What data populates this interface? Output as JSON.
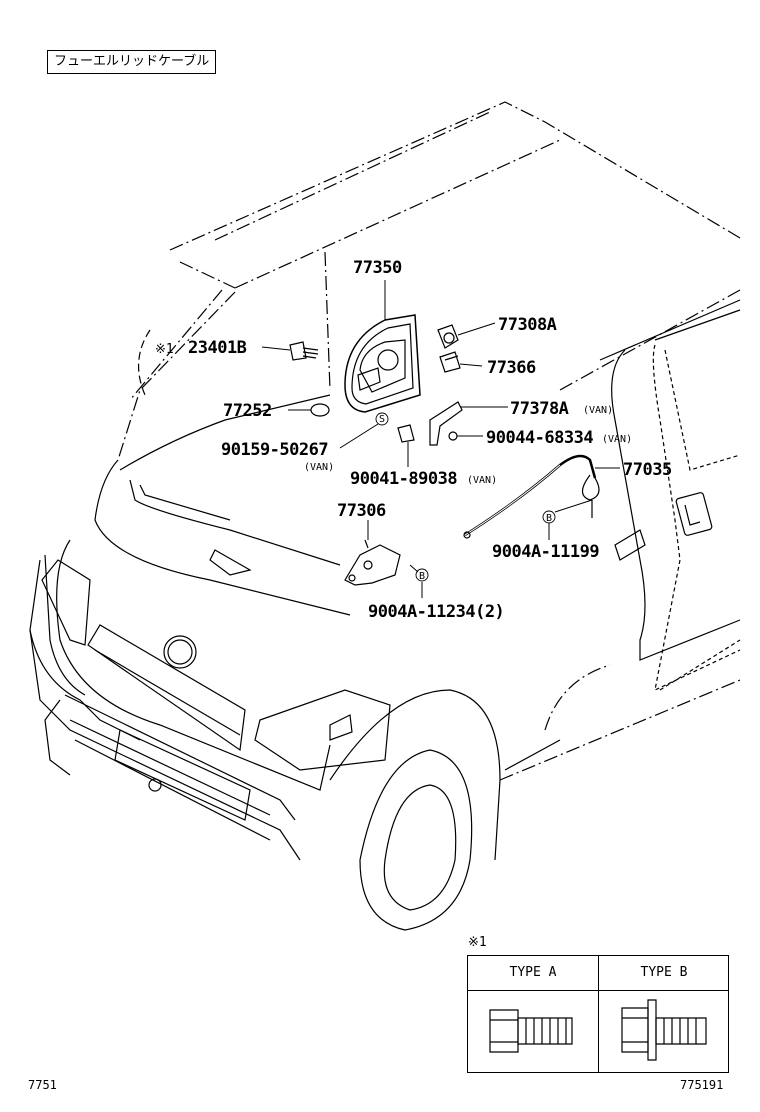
{
  "title": "フューエルリッドケーブル",
  "parts": {
    "p77350": "77350",
    "p77308A": "77308A",
    "p23401B": "23401B",
    "note1_mark": "※1",
    "p77366": "77366",
    "p77252": "77252",
    "p77378A": "77378A",
    "p77378A_note": "(VAN)",
    "p90044": "90044-68334",
    "p90044_note": "(VAN)",
    "p90159": "90159-50267",
    "p90159_note": "(VAN)",
    "p90041": "90041-89038",
    "p90041_note": "(VAN)",
    "p77035": "77035",
    "p77306": "77306",
    "p9004A_11199": "9004A-11199",
    "p9004A_11234": "9004A-11234(2)",
    "s_mark": "S",
    "b_mark": "B"
  },
  "type_table": {
    "note_mark": "※1",
    "type_a": "TYPE A",
    "type_b": "TYPE B"
  },
  "codes": {
    "left": "7751",
    "right": "775191"
  }
}
